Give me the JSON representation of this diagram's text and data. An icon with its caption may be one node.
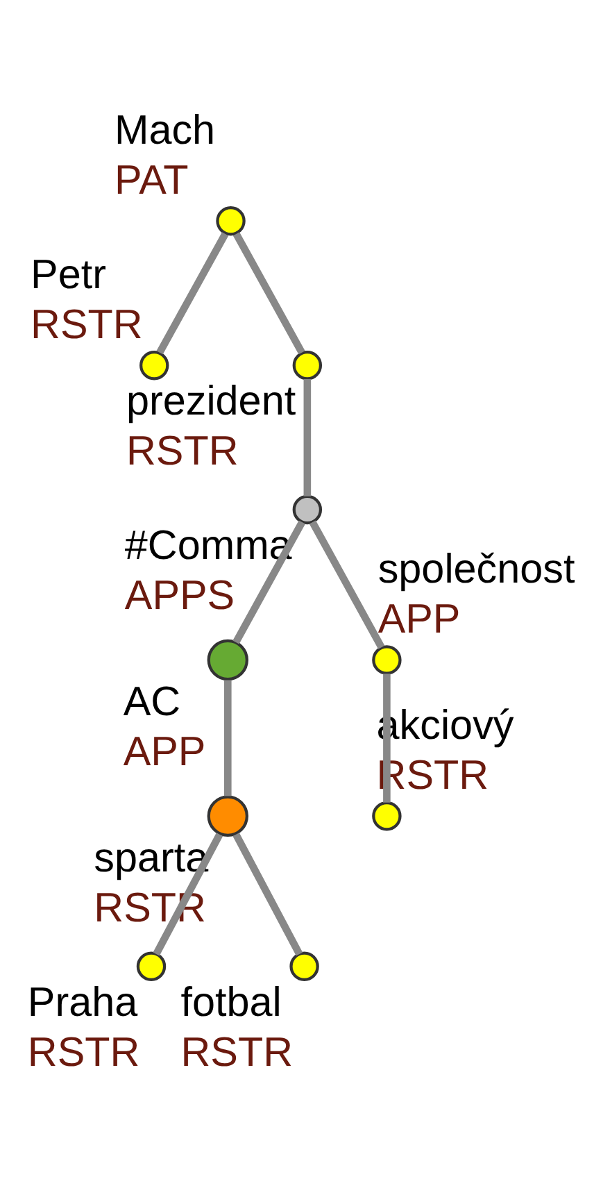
{
  "diagram": {
    "nodes": [
      {
        "text": [],
        "shape": "circle",
        "beside": [
          "Mach",
          "PAT"
        ]
      },
      {
        "text": [],
        "shape": "circle",
        "beside": [
          "Petr",
          "RSTR"
        ]
      },
      {
        "text": [],
        "shape": "circle",
        "beside": [
          "prezident",
          "RSTR"
        ]
      },
      {
        "text": [],
        "shape": "circle",
        "beside": [
          "#Comma",
          "APPS"
        ]
      },
      {
        "text": [],
        "shape": "circle",
        "beside": [
          "AC",
          "APP"
        ]
      },
      {
        "text": [],
        "shape": "circle",
        "beside": [
          "společnost",
          "APP"
        ]
      },
      {
        "text": [],
        "shape": "circle",
        "beside": [
          "sparta",
          "RSTR"
        ]
      },
      {
        "text": [],
        "shape": "circle",
        "beside": [
          "akciový",
          "RSTR"
        ]
      },
      {
        "text": [],
        "shape": "circle",
        "beside": [
          "Praha",
          "RSTR"
        ]
      },
      {
        "text": [],
        "shape": "circle",
        "beside": [
          "fotbal",
          "RSTR"
        ]
      }
    ],
    "edges": [
      {
        "from": 0,
        "to": 1,
        "arrow": "none"
      },
      {
        "from": 0,
        "to": 2,
        "arrow": "none"
      },
      {
        "from": 2,
        "to": 3,
        "arrow": "none"
      },
      {
        "from": 3,
        "to": 4,
        "arrow": "none"
      },
      {
        "from": 3,
        "to": 5,
        "arrow": "none"
      },
      {
        "from": 4,
        "to": 6,
        "arrow": "none"
      },
      {
        "from": 5,
        "to": 7,
        "arrow": "none"
      },
      {
        "from": 6,
        "to": 8,
        "arrow": "none"
      },
      {
        "from": 6,
        "to": 9,
        "arrow": "none"
      }
    ]
  }
}
